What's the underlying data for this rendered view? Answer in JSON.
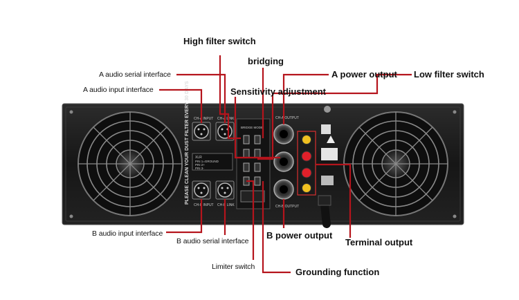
{
  "labels": {
    "high_filter_switch": "High filter switch",
    "a_audio_serial_interface": "A audio serial interface",
    "bridging": "bridging",
    "a_power_output": "A power output",
    "low_filter_switch": "Low filter switch",
    "a_audio_input_interface": "A audio input interface",
    "sensitivity_adjustment": "Sensitivity adjustment",
    "b_audio_input_interface": "B audio input interface",
    "b_audio_serial_interface": "B audio serial interface",
    "b_power_output": "B power output",
    "terminal_output": "Terminal output",
    "limiter_switch": "Limiter switch",
    "grounding_function": "Grounding function"
  },
  "panel_text": {
    "ch_a_input": "CH-A INPUT",
    "ch_a_link": "CH-A LINK",
    "ch_b_input": "CH-B INPUT",
    "ch_b_link": "CH-B LINK",
    "ch_a_output": "CH-A OUTPUT",
    "ch_b_output": "CH-B OUTPUT",
    "bridge_mode": "BRIDGE MODE",
    "filter_warning": "PLEASE CLEAN YOUR DUST FILTER EVERY 30 DAYS",
    "xlr_title": "XLR",
    "xlr_pin1": "PIN 1=GROUND",
    "xlr_pin2": "PIN 2+",
    "xlr_pin3": "PIN 3-"
  },
  "colors": {
    "leader": "#b5141c",
    "panel": "#151515",
    "chassis": "#2a2a2a"
  }
}
